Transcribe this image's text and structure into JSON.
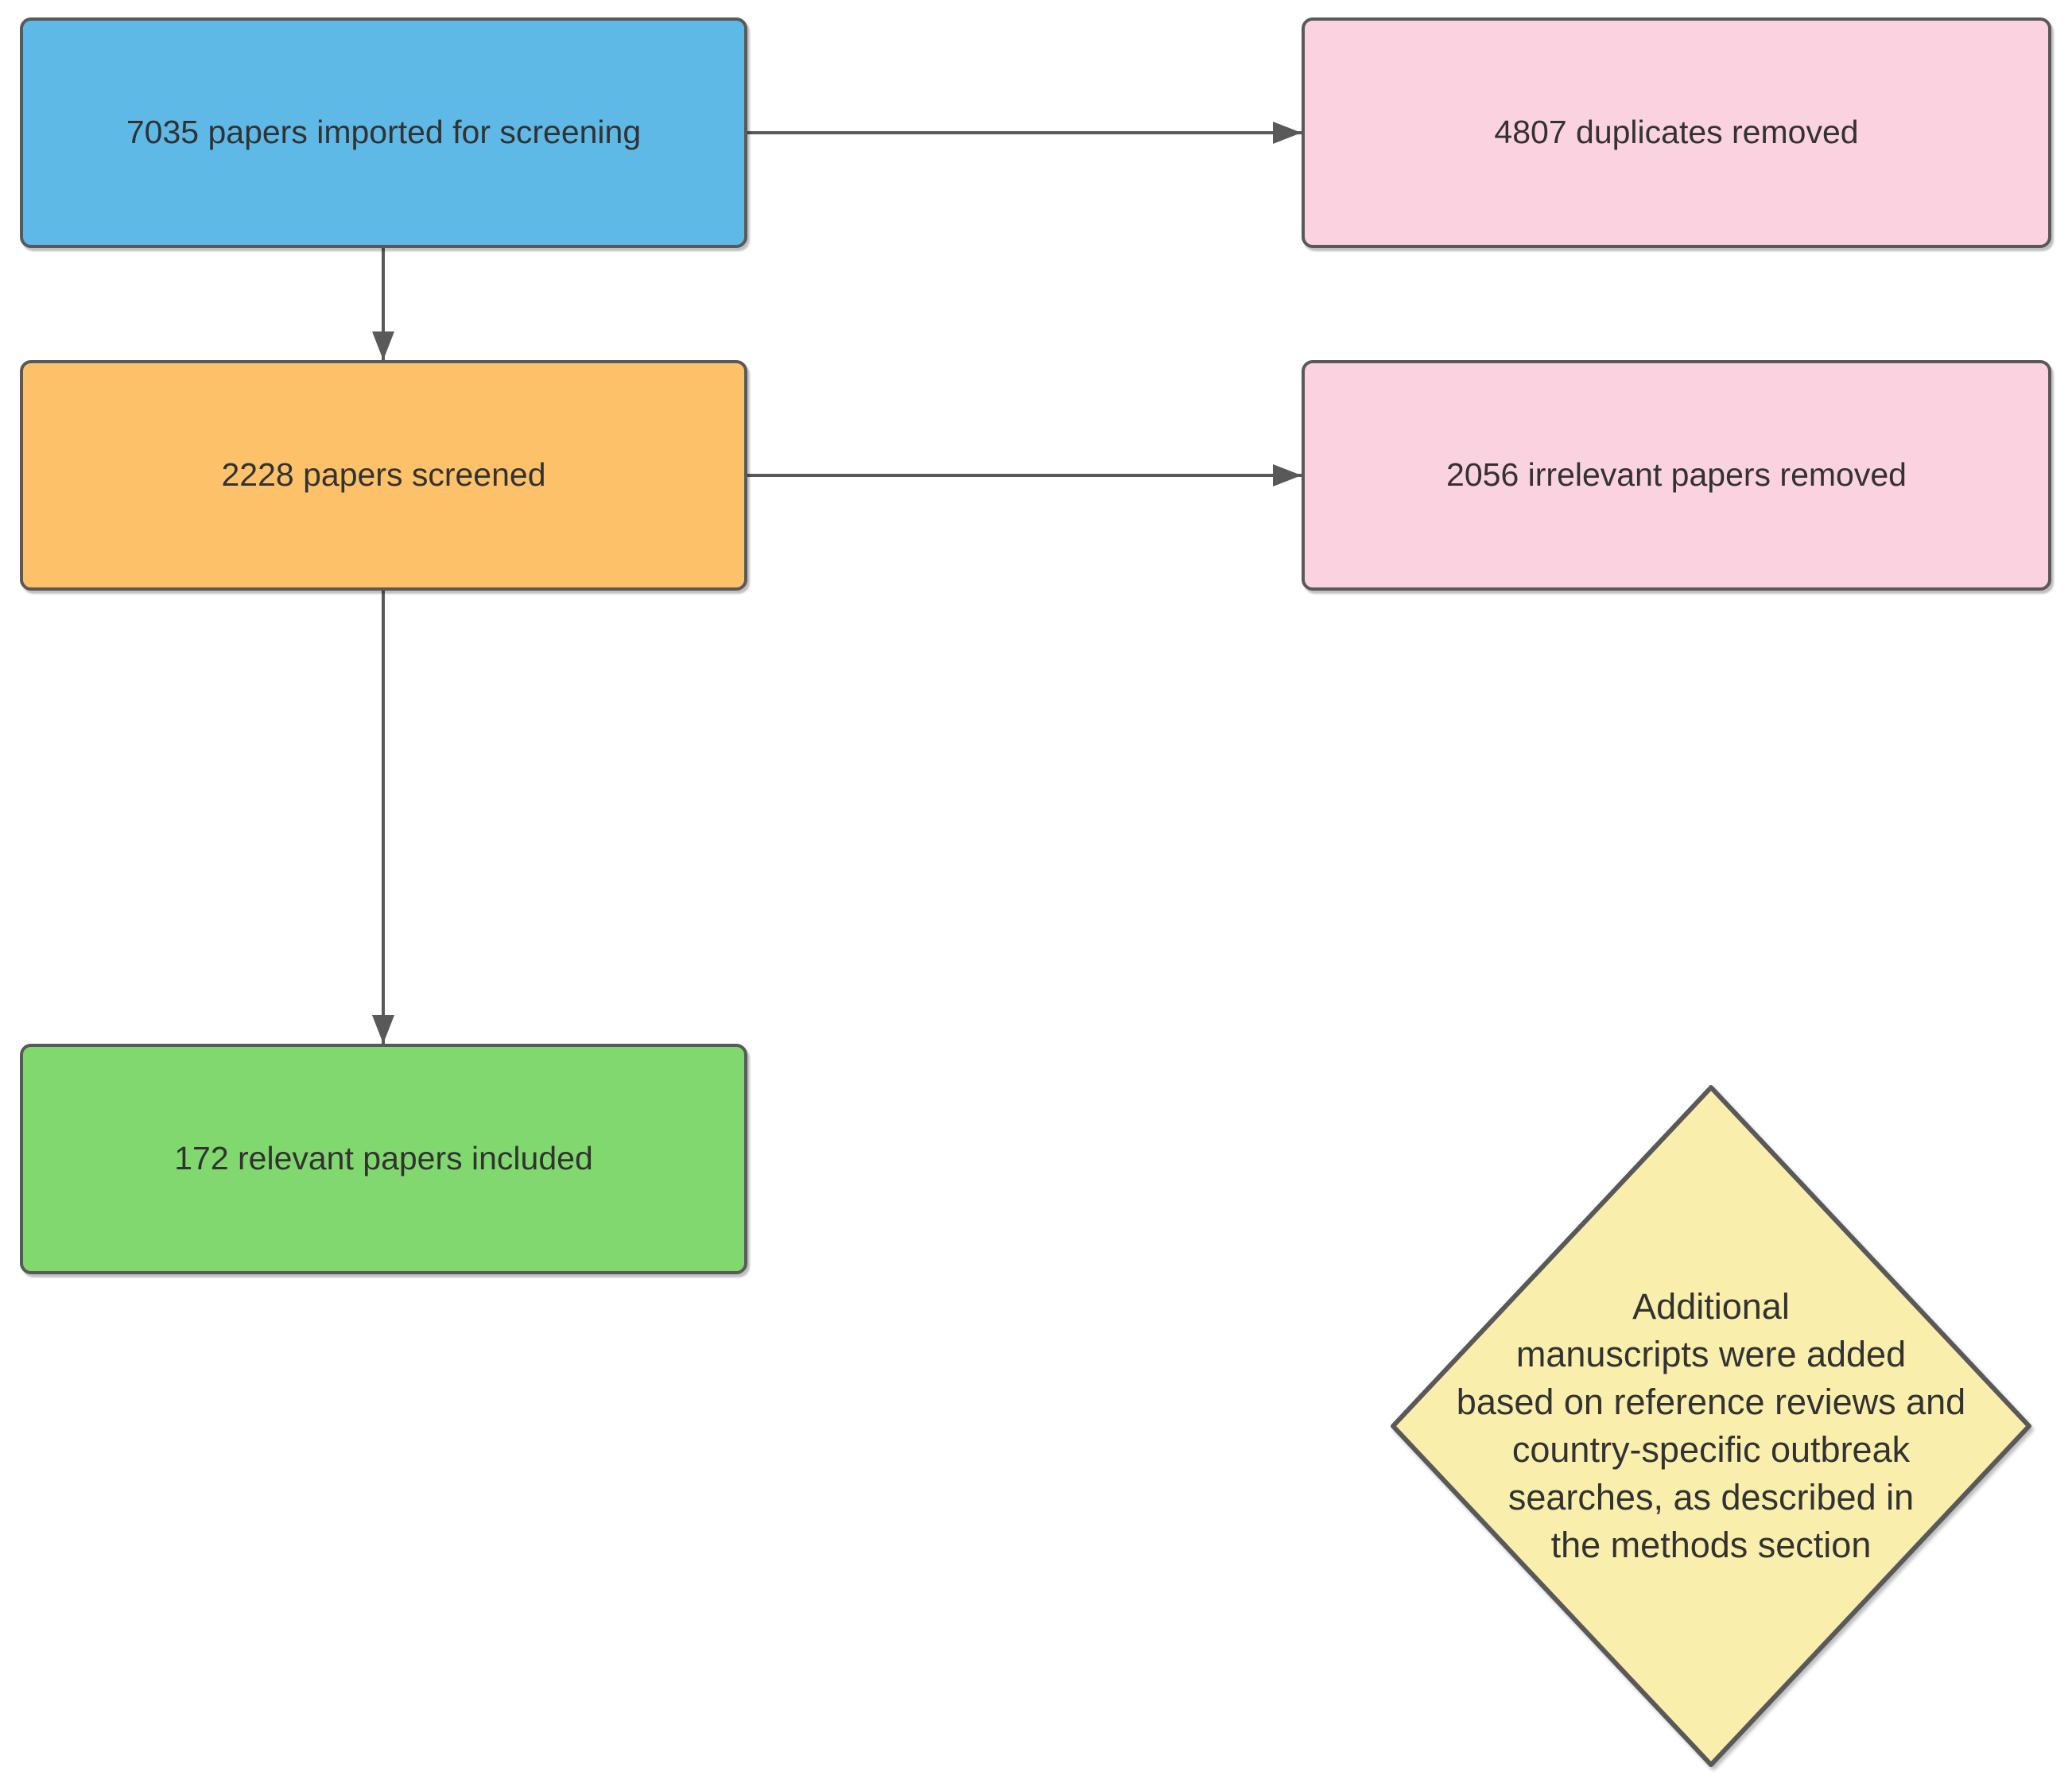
{
  "colors": {
    "blue": "#5EB9E7",
    "pink": "#FBD2DF",
    "orange": "#FDC269",
    "green": "#81D86E",
    "yellow": "#FAEEAC",
    "stroke": "#595959",
    "text": "#323232",
    "background": "#FFFFFF"
  },
  "nodes": {
    "imported": {
      "label": "7035 papers imported for screening",
      "fill": "blue",
      "shape": "rectangle"
    },
    "duplicates": {
      "label": "4807 duplicates removed",
      "fill": "pink",
      "shape": "rectangle"
    },
    "screened": {
      "label": "2228 papers screened",
      "fill": "orange",
      "shape": "rectangle"
    },
    "irrelevant": {
      "label": "2056 irrelevant papers removed",
      "fill": "pink",
      "shape": "rectangle"
    },
    "included": {
      "label": "172 relevant papers included",
      "fill": "green",
      "shape": "rectangle"
    },
    "additional": {
      "fill": "yellow",
      "shape": "diamond",
      "lines": [
        "Additional",
        "manuscripts were added",
        "based on reference reviews and",
        "country-specific outbreak",
        "searches, as described in",
        "the methods section"
      ]
    }
  },
  "edges": [
    {
      "from": "imported",
      "to": "duplicates",
      "direction": "right"
    },
    {
      "from": "imported",
      "to": "screened",
      "direction": "down"
    },
    {
      "from": "screened",
      "to": "irrelevant",
      "direction": "right"
    },
    {
      "from": "screened",
      "to": "included",
      "direction": "down"
    }
  ]
}
